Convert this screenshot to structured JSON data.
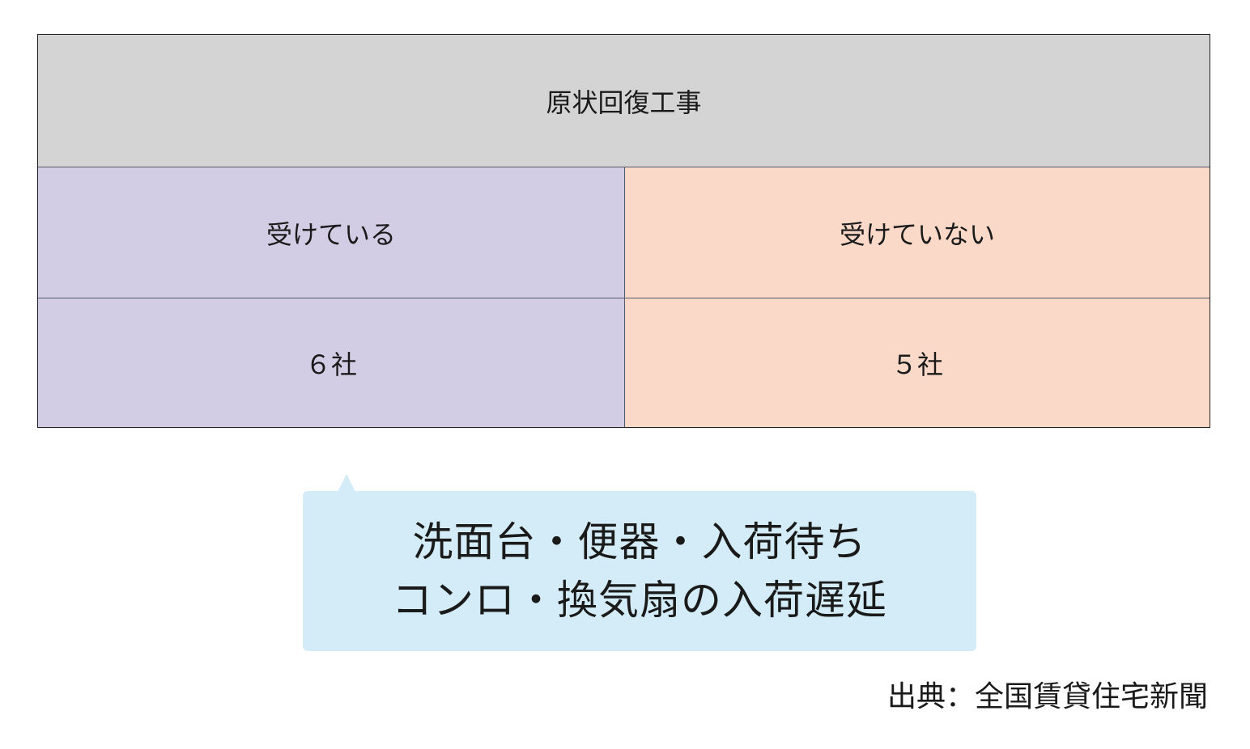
{
  "colors": {
    "header_bg": "#d4d4d4",
    "left_bg": "#d2cde4",
    "right_bg": "#fad9c8",
    "callout_bg": "#d3ecf7",
    "border": "#222222"
  },
  "table": {
    "header": "原状回復工事",
    "columns": [
      {
        "label": "受けている",
        "value": "６社"
      },
      {
        "label": "受けていない",
        "value": "５社"
      }
    ]
  },
  "callout": {
    "lines": [
      "洗面台・便器・入荷待ち",
      "コンロ・換気扇の入荷遅延"
    ]
  },
  "source": "出典：全国賃貸住宅新聞"
}
